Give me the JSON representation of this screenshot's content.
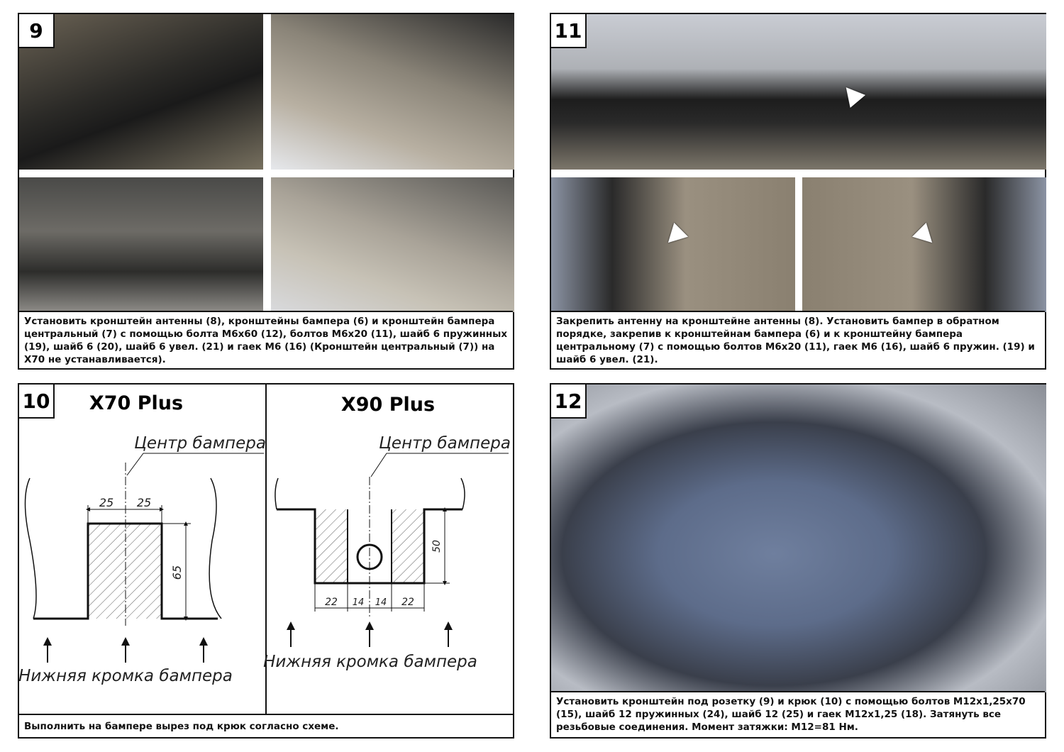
{
  "steps": {
    "s9": {
      "number": "9",
      "caption": "Установить кронштейн антенны (8), кронштейны бампера (6) и кронштейн бампера центральный (7) с помощью болта М6х60 (12), болтов М6х20 (11), шайб 6 пружинных (19), шайб 6 (20), шайб 6 увел. (21) и гаек М6 (16) (Кронштейн центральный (7)) на X70 не устанавливается)."
    },
    "s10": {
      "number": "10",
      "caption": "Выполнить на бампере вырез под крюк согласно схеме.",
      "left": {
        "title": "X70 Plus",
        "center_label": "Центр бампера",
        "dim_a": "25",
        "dim_b": "25",
        "dim_h": "65",
        "bottom_label": "Нижняя кромка бампера"
      },
      "right": {
        "title": "X90 Plus",
        "center_label": "Центр бампера",
        "dim_h": "50",
        "dims": [
          "22",
          "14",
          "14",
          "22"
        ],
        "bottom_label": "Нижняя кромка бампера"
      }
    },
    "s11": {
      "number": "11",
      "caption": "Закрепить антенну на кронштейне антенны (8). Установить бампер в обратном порядке, закрепив к кронштейнам бампера (6) и  к кронштейну бампера центральному (7) с помощью болтов М6х20 (11), гаек М6 (16), шайб 6 пружин. (19) и шайб 6 увел. (21)."
    },
    "s12": {
      "number": "12",
      "caption": "Установить кронштейн под розетку (9) и крюк (10) с помощью болтов М12х1,25х70 (15), шайб 12 пружинных (24), шайб 12 (25) и гаек М12х1,25 (18). Затянуть все резьбовые соединения. Момент затяжки: М12=81 Нм."
    }
  }
}
